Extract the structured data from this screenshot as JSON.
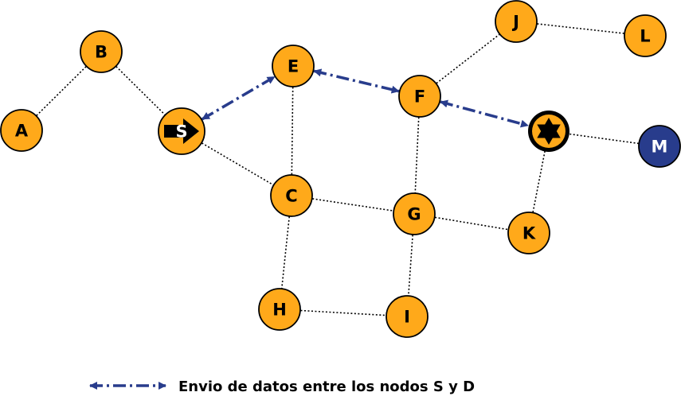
{
  "colors": {
    "node_fill": "#ffa91a",
    "special_node_fill": "#283c8c",
    "node_stroke": "#000000",
    "route_arrow": "#283c8c",
    "link_line": "#000000"
  },
  "nodes": {
    "A": {
      "label": "A",
      "role": "node"
    },
    "B": {
      "label": "B",
      "role": "node"
    },
    "S": {
      "label": "S",
      "role": "source",
      "icon": "arrow-right-icon"
    },
    "E": {
      "label": "E",
      "role": "node"
    },
    "C": {
      "label": "C",
      "role": "node"
    },
    "H": {
      "label": "H",
      "role": "node"
    },
    "J": {
      "label": "J",
      "role": "node"
    },
    "L": {
      "label": "L",
      "role": "node"
    },
    "F": {
      "label": "F",
      "role": "node"
    },
    "G": {
      "label": "G",
      "role": "node"
    },
    "I": {
      "label": "I",
      "role": "node"
    },
    "D": {
      "label": "D",
      "role": "destination",
      "icon": "star-of-david-icon"
    },
    "K": {
      "label": "K",
      "role": "node"
    },
    "M": {
      "label": "M",
      "role": "special"
    }
  },
  "links": [
    [
      "A",
      "B"
    ],
    [
      "B",
      "S"
    ],
    [
      "S",
      "C"
    ],
    [
      "E",
      "C"
    ],
    [
      "C",
      "G"
    ],
    [
      "C",
      "H"
    ],
    [
      "H",
      "I"
    ],
    [
      "G",
      "I"
    ],
    [
      "F",
      "G"
    ],
    [
      "G",
      "K"
    ],
    [
      "K",
      "D"
    ],
    [
      "D",
      "M"
    ],
    [
      "F",
      "J"
    ],
    [
      "J",
      "L"
    ]
  ],
  "route": [
    [
      "S",
      "E"
    ],
    [
      "E",
      "F"
    ],
    [
      "F",
      "D"
    ]
  ],
  "legend": {
    "text": "Envio de datos entre los nodos S y D",
    "line_style": "dash-dot",
    "arrow": "bidirectional-arrow-icon"
  }
}
